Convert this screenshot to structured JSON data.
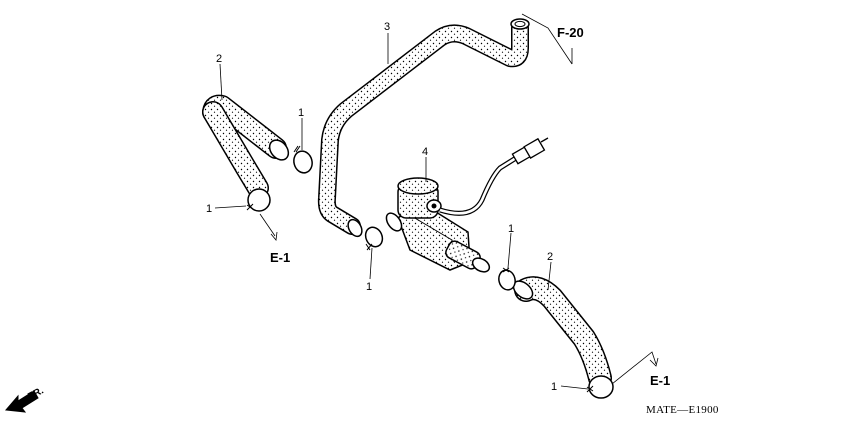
{
  "diagram": {
    "colors": {
      "ink": "#000000",
      "hose": "#d9d9d9",
      "paper": "#ffffff"
    },
    "part_numbers": {
      "clamp": "1",
      "hose_elbow": "2",
      "hose_long": "3",
      "valve": "4"
    },
    "references": {
      "fuel": "F-20",
      "exhaust": "E-1"
    },
    "direction": {
      "label": "FR.",
      "icon": "front-arrow-icon"
    },
    "drawing_code": "MATE—E1900"
  }
}
